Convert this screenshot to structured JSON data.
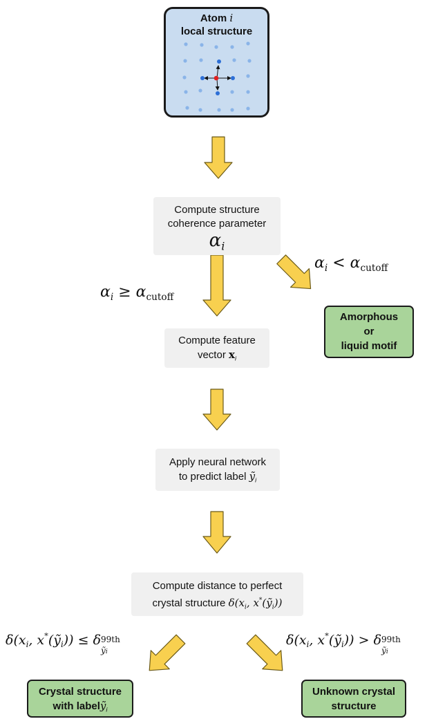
{
  "atom_box": {
    "title_prefix": "Atom ",
    "title_var": "i",
    "subtitle": "local structure",
    "bg_color": "#c9dcf0",
    "neighbor_color": "#2d6fd6",
    "faded_color": "#8ab4e8",
    "center_color": "#e02020"
  },
  "step1": {
    "line1": "Compute structure",
    "line2": "coherence parameter",
    "symbol": "α",
    "symbol_sub": "i"
  },
  "branch_amorphous": {
    "condition": {
      "lhs": "α",
      "lhs_sub": "i",
      "op": " < ",
      "rhs": "α",
      "rhs_sub": "cutoff"
    },
    "box": {
      "line1": "Amorphous",
      "line2": "or",
      "line3": "liquid motif"
    }
  },
  "branch_crystal_continue": {
    "condition": {
      "lhs": "α",
      "lhs_sub": "i",
      "op": " ≥ ",
      "rhs": "α",
      "rhs_sub": "cutoff"
    }
  },
  "step2": {
    "line1": "Compute feature",
    "line2_text": "vector ",
    "vec": "x",
    "vec_sub": "i"
  },
  "step3": {
    "line1": "Apply neural network",
    "line2_text": "to predict label ",
    "label": "ỹ",
    "label_sub": "i"
  },
  "step4": {
    "line1": "Compute distance to perfect",
    "line2_text": "crystal structure ",
    "formula": "δ(x",
    "formula_sub": "i",
    "formula_mid": ", x",
    "formula_sup": "*",
    "formula_end_a": "(ỹ",
    "formula_end_sub": "i",
    "formula_end_b": "))"
  },
  "cond_left": {
    "a": "δ(x",
    "a_sub": "i",
    "b": ", x",
    "b_sup": "*",
    "c": "(ỹ",
    "c_sub": "i",
    "d": ")) ≤ δ",
    "sup": "99th",
    "sub": "ỹ",
    "sub_sub": "i"
  },
  "cond_right": {
    "a": "δ(x",
    "a_sub": "i",
    "b": ", x",
    "b_sup": "*",
    "c": "(ỹ",
    "c_sub": "i",
    "d": ")) > δ",
    "sup": "99th",
    "sub": "ỹ",
    "sub_sub": "i"
  },
  "box_crystal": {
    "line1": "Crystal structure",
    "line2_text": "with label",
    "label": "ỹ",
    "label_sub": "i"
  },
  "box_unknown": {
    "line1": "Unknown crystal",
    "line2": "structure"
  },
  "colors": {
    "arrow_fill": "#f8d04f",
    "arrow_stroke": "#6b5a18",
    "gray_box": "#f0f0f0",
    "green_box": "#a9d49a"
  }
}
